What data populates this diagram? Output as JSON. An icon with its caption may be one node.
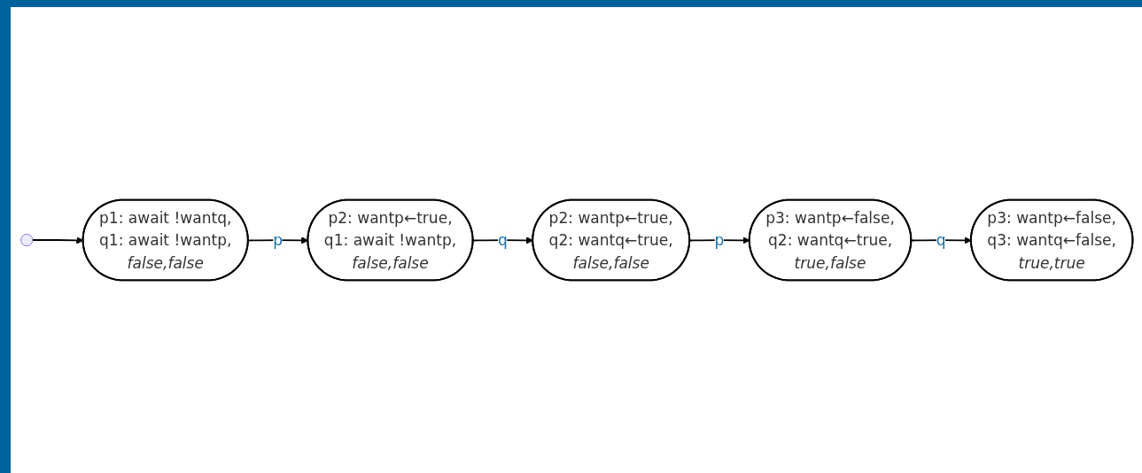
{
  "diagram": {
    "nodes": [
      {
        "text": [
          "p1: await !wantq,",
          "q1: await !wantp,",
          "false,false"
        ]
      },
      {
        "text": [
          "p2: wantp←true,",
          "q1: await !wantp,",
          "false,false"
        ]
      },
      {
        "text": [
          "p2: wantp←true,",
          "q2: wantq←true,",
          "false,false"
        ]
      },
      {
        "text": [
          "p3: wantp←false,",
          "q2: wantq←true,",
          "true,false"
        ]
      },
      {
        "text": [
          "p3: wantp←false,",
          "q3: wantq←false,",
          "true,true"
        ]
      },
      {
        "text": [],
        "shape": "circle"
      }
    ],
    "edges": [
      {
        "from": 5,
        "to": 0,
        "arrow": "to"
      },
      {
        "from": 0,
        "to": 1,
        "label": "p",
        "arrow": "to"
      },
      {
        "from": 1,
        "to": 2,
        "label": "q",
        "arrow": "to"
      },
      {
        "from": 2,
        "to": 3,
        "label": "p",
        "arrow": "to"
      },
      {
        "from": 3,
        "to": 4,
        "label": "q",
        "arrow": "to"
      }
    ]
  }
}
